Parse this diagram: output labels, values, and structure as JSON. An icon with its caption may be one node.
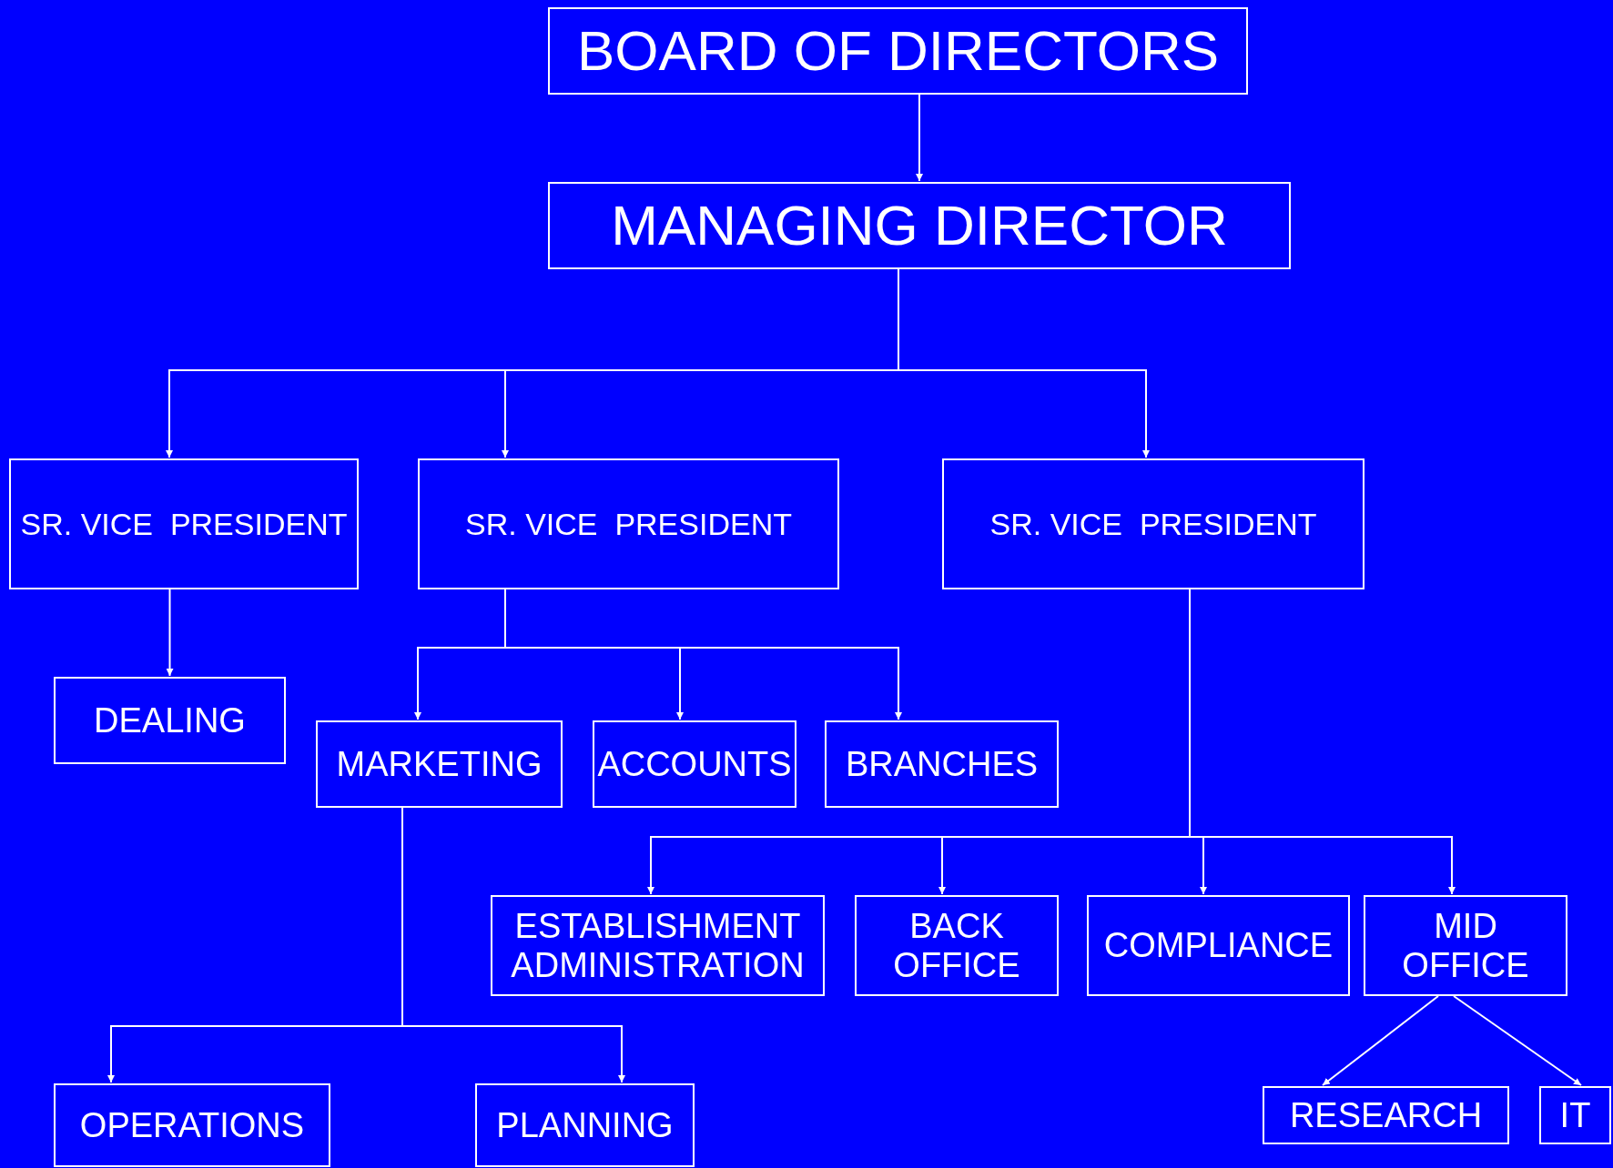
{
  "diagram": {
    "nodes": [
      {
        "text": [
          "BOARD OF DIRECTORS"
        ]
      },
      {
        "text": [
          "MANAGING DIRECTOR"
        ]
      },
      {
        "text": [
          "SR. VICE  PRESIDENT"
        ]
      },
      {
        "text": [
          "SR. VICE  PRESIDENT"
        ]
      },
      {
        "text": [
          "SR. VICE  PRESIDENT"
        ]
      },
      {
        "text": [
          "DEALING"
        ]
      },
      {
        "text": [
          "MARKETING"
        ]
      },
      {
        "text": [
          "ACCOUNTS"
        ]
      },
      {
        "text": [
          "BRANCHES"
        ]
      },
      {
        "text": [
          "ESTABLISHMENT ADMINISTRATION"
        ]
      },
      {
        "text": [
          "BACK OFFICE"
        ]
      },
      {
        "text": [
          "COMPLIANCE"
        ]
      },
      {
        "text": [
          "MID OFFICE"
        ]
      },
      {
        "text": [
          "OPERATIONS"
        ]
      },
      {
        "text": [
          "PLANNING"
        ]
      },
      {
        "text": [
          "RESEARCH"
        ]
      },
      {
        "text": [
          "IT"
        ]
      }
    ],
    "edges": [
      {
        "from": 0,
        "to": 1,
        "arrow": "to"
      },
      {
        "from": 1,
        "to": 2,
        "arrow": "to"
      },
      {
        "from": 1,
        "to": 3,
        "arrow": "to"
      },
      {
        "from": 1,
        "to": 4,
        "arrow": "to"
      },
      {
        "from": 2,
        "to": 5,
        "arrow": "to"
      },
      {
        "from": 3,
        "to": 6,
        "arrow": "to"
      },
      {
        "from": 3,
        "to": 7,
        "arrow": "to"
      },
      {
        "from": 3,
        "to": 8,
        "arrow": "to"
      },
      {
        "from": 4,
        "to": 9,
        "arrow": "to"
      },
      {
        "from": 4,
        "to": 10,
        "arrow": "to"
      },
      {
        "from": 4,
        "to": 11,
        "arrow": "to"
      },
      {
        "from": 4,
        "to": 12,
        "arrow": "to"
      },
      {
        "from": 6,
        "to": 13,
        "arrow": "to"
      },
      {
        "from": 6,
        "to": 14,
        "arrow": "to"
      },
      {
        "from": 12,
        "to": 15,
        "arrow": "to"
      },
      {
        "from": 12,
        "to": 16,
        "arrow": "to"
      }
    ]
  }
}
